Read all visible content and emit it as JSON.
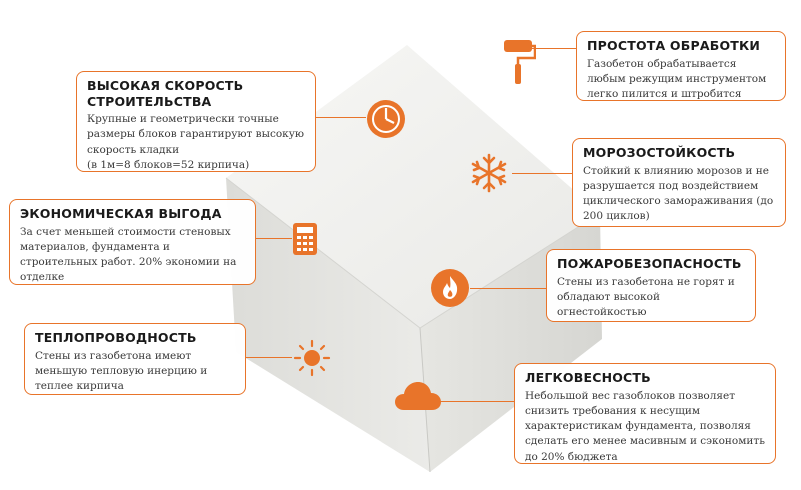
{
  "features": [
    {
      "id": "speed",
      "title": "ВЫСОКАЯ СКОРОСТЬ СТРОИТЕЛЬСТВА",
      "text": "Крупные и геометрически точные размеры блоков гарантируют высокую скорость кладки\n(в 1м=8 блоков=52 кирпича)",
      "icon": "stopwatch-icon"
    },
    {
      "id": "economy",
      "title": "ЭКОНОМИЧЕСКАЯ ВЫГОДА",
      "text": "За счет меньшей стоимости стеновых материалов, фундамента и строительных работ. 20% экономии на отделке",
      "icon": "calculator-icon"
    },
    {
      "id": "thermal",
      "title": "ТЕПЛОПРОВОДНОСТЬ",
      "text": "Стены из газобетона имеют меньшую тепловую инерцию и теплее кирпича",
      "icon": "sun-icon"
    },
    {
      "id": "processing",
      "title": "ПРОСТОТА ОБРАБОТКИ",
      "text": "Газобетон обрабатывается любым режущим инструментом легко пилится и штробится",
      "icon": "paint-roller-icon"
    },
    {
      "id": "frost",
      "title": "МОРОЗОСТОЙКОСТЬ",
      "text": "Стойкий к влиянию морозов и не разрушается под воздействием циклического замораживания (до 200 циклов)",
      "icon": "snowflake-icon"
    },
    {
      "id": "fire",
      "title": "ПОЖАРОБЕЗОПАСНОСТЬ",
      "text": "Стены из газобетона не горят и обладают высокой огнестойкостью",
      "icon": "flame-icon"
    },
    {
      "id": "light",
      "title": "ЛЕГКОВЕСНОСТЬ",
      "text": "Небольшой вес газоблоков позволяет снизить требования к несущим характеристикам фундамента, позволяя сделать его менее масивным и сэкономить до 20% бюджета",
      "icon": "cloud-icon"
    }
  ],
  "colors": {
    "accent": "#e8742a",
    "block_light": "#efefed",
    "block_mid": "#e2e2df",
    "block_dark": "#cfcfcb"
  }
}
